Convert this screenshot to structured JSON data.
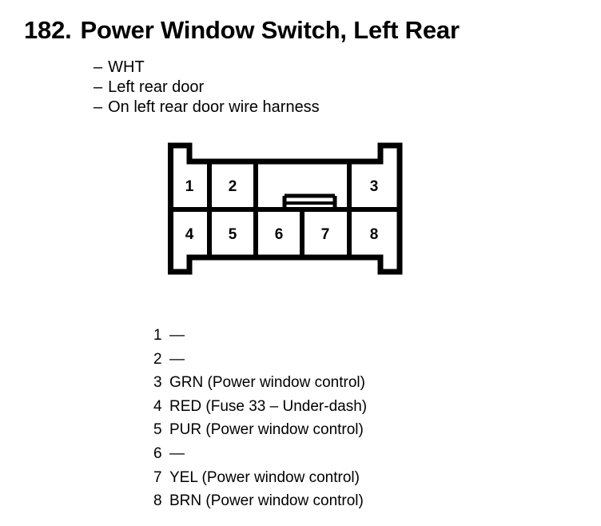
{
  "header": {
    "number": "182.",
    "title": "Power Window Switch, Left Rear",
    "bullets": [
      {
        "dash": "–",
        "text": "WHT"
      },
      {
        "dash": "–",
        "text": "Left rear door"
      },
      {
        "dash": "–",
        "text": "On left rear door wire harness"
      }
    ]
  },
  "connector": {
    "top_row": [
      {
        "label": "1"
      },
      {
        "label": "2"
      },
      {
        "label": "3"
      }
    ],
    "bottom_row": [
      {
        "label": "4"
      },
      {
        "label": "5"
      },
      {
        "label": "6"
      },
      {
        "label": "7"
      },
      {
        "label": "8"
      }
    ],
    "latch_tab": "center-latch-tab",
    "outline_color": "#000000"
  },
  "pin_legend": [
    {
      "pin": "1",
      "desc": "—"
    },
    {
      "pin": "2",
      "desc": "—"
    },
    {
      "pin": "3",
      "desc": "GRN (Power window control)"
    },
    {
      "pin": "4",
      "desc": "RED (Fuse 33 – Under-dash)"
    },
    {
      "pin": "5",
      "desc": "PUR (Power window control)"
    },
    {
      "pin": "6",
      "desc": "—"
    },
    {
      "pin": "7",
      "desc": "YEL (Power window control)"
    },
    {
      "pin": "8",
      "desc": "BRN (Power window control)"
    }
  ]
}
